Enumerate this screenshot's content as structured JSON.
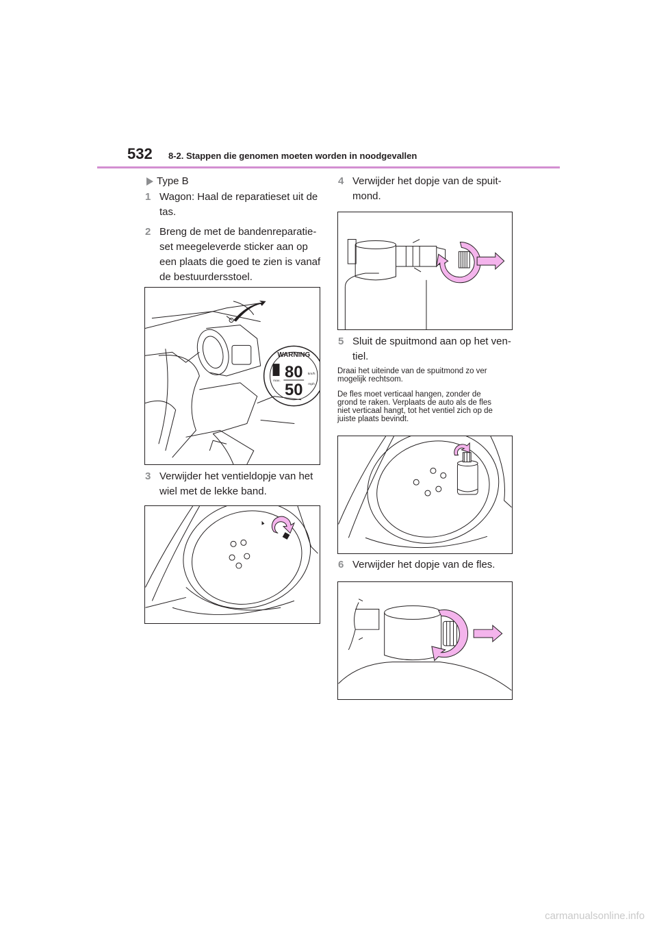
{
  "header": {
    "page_number": "532",
    "section_title": "8-2. Stappen die genomen moeten worden in noodgevallen"
  },
  "left_column": {
    "type_label": "Type B",
    "step1": {
      "num": "1",
      "text_lines": [
        "Wagon: Haal de reparatieset uit de",
        "tas."
      ]
    },
    "step2": {
      "num": "2",
      "text_lines": [
        "Breng de met de bandenreparatie-",
        "set meegeleverde sticker aan op",
        "een plaats die goed te zien is vanaf",
        "de bestuurdersstoel."
      ]
    },
    "sticker": {
      "warning": "WARNING",
      "speed_kmh": "80",
      "speed_mph": "50",
      "unit_kmh": "km/h",
      "unit_mph": "mph",
      "max": "max."
    },
    "step3": {
      "num": "3",
      "text_lines": [
        "Verwijder het ventieldopje van het",
        "wiel met de lekke band."
      ]
    }
  },
  "right_column": {
    "step4": {
      "num": "4",
      "text_lines": [
        "Verwijder het dopje van de spuit-",
        "mond."
      ]
    },
    "step5": {
      "num": "5",
      "text_lines": [
        "Sluit de spuitmond aan op het ven-",
        "tiel."
      ]
    },
    "note1_lines": [
      "Draai het uiteinde van de spuitmond zo ver",
      "mogelijk rechtsom."
    ],
    "note2_lines": [
      "De fles moet verticaal hangen, zonder de",
      "grond te raken. Verplaats de auto als de fles",
      "niet verticaal hangt, tot het ventiel zich op de",
      "juiste plaats bevindt."
    ],
    "step6": {
      "num": "6",
      "text_lines": [
        "Verwijder het dopje van de fles."
      ]
    }
  },
  "footer": {
    "watermark": "carmanualsonline.info"
  },
  "colors": {
    "accent_pink": "#d38fd1",
    "arrow_pink": "#f4b4ec",
    "step_gray": "#8d8e90",
    "text": "#231f20"
  }
}
